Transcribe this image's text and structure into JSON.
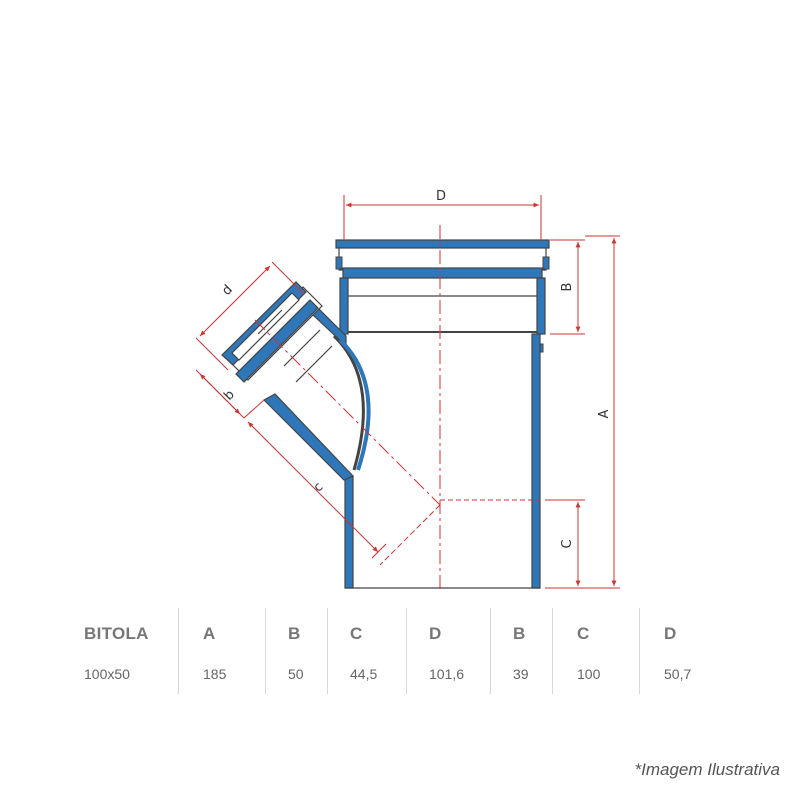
{
  "diagram": {
    "labels": {
      "D_top": "D",
      "B_right": "B",
      "A_right": "A",
      "C_right": "C",
      "d_branch": "d",
      "b_branch": "b",
      "c_branch": "c"
    },
    "colors": {
      "pipe_fill": "#2f77b8",
      "pipe_outline": "#444444",
      "dimension_line": "#cc3333",
      "center_line": "#cc3333"
    }
  },
  "table": {
    "headers": [
      "BITOLA",
      "A",
      "B",
      "C",
      "D",
      "B",
      "C",
      "D"
    ],
    "rows": [
      [
        "100x50",
        "185",
        "50",
        "44,5",
        "101,6",
        "39",
        "100",
        "50,7"
      ]
    ]
  },
  "footnote": "*Imagem Ilustrativa"
}
